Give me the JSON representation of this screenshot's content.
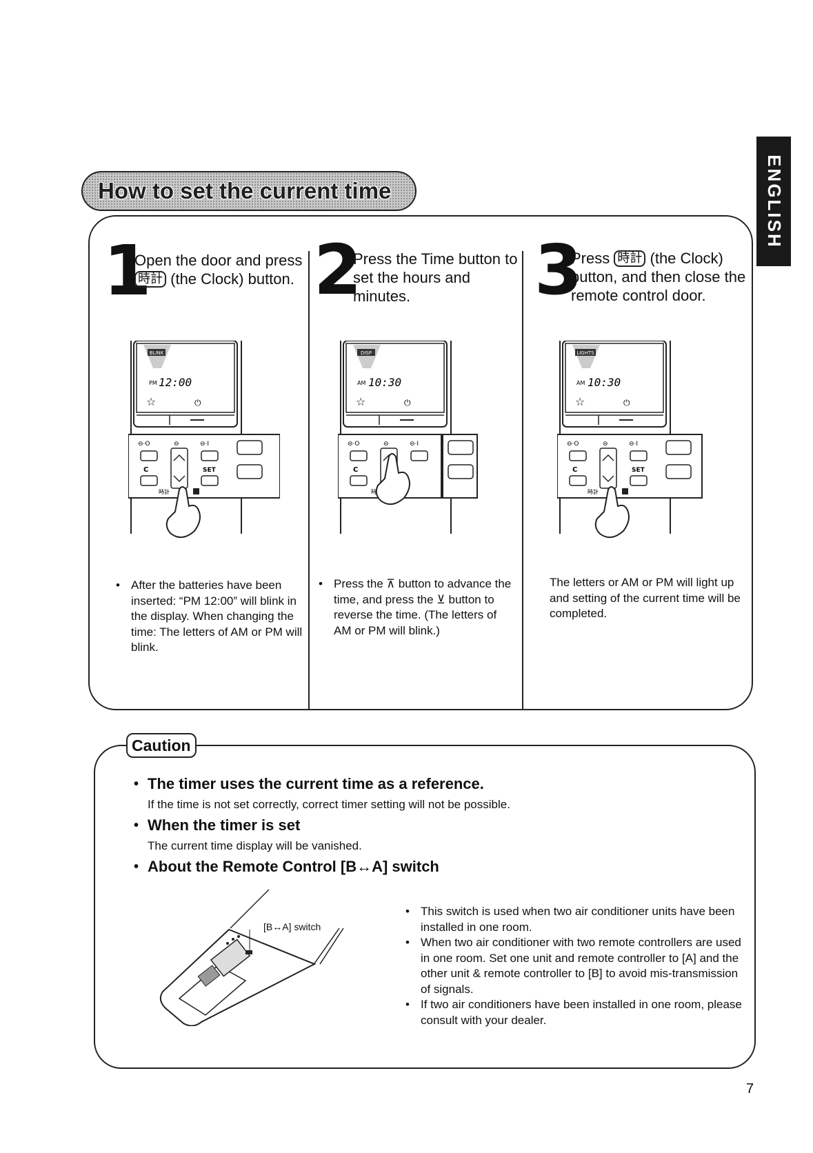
{
  "side_tab": "ENGLISH",
  "title": "How to set the current time",
  "steps": [
    {
      "number": "1",
      "text_before": "Open the door and press",
      "key_label": "時計",
      "text_after": "(the Clock) button.",
      "display": {
        "indicator": "BLINK",
        "ampm": "PM",
        "time": "12:00"
      },
      "note": "After the batteries have been inserted: “PM 12:00” will blink in the display. When changing the time: The letters of AM or PM will blink."
    },
    {
      "number": "2",
      "text": "Press the Time button to set the hours and minutes.",
      "display": {
        "indicator": "DISP",
        "ampm": "AM",
        "time": "10:30"
      },
      "note_before": "Press the",
      "note_middle": "button to advance the time, and press the",
      "note_after": "button to reverse the time. (The letters of AM or PM will blink.)"
    },
    {
      "number": "3",
      "text_before": "Press",
      "key_label": "時計",
      "text_after": "(the Clock) button, and then close the remote control door.",
      "display": {
        "indicator": "LIGHTS",
        "ampm": "AM",
        "time": "10:30"
      },
      "note": "The letters or AM or PM will light up and setting of the current time will be completed."
    }
  ],
  "remote": {
    "clock_key": "時計",
    "c_key": "C",
    "set_key": "SET"
  },
  "caution": {
    "label": "Caution",
    "items": [
      {
        "heading": "The timer uses the current time as a reference.",
        "body": "If the time is not set correctly, correct timer setting will not be possible."
      },
      {
        "heading": "When the timer is set",
        "body": "The current time display will be vanished."
      },
      {
        "heading": "About the Remote Control [B↔A] switch",
        "body": ""
      }
    ],
    "switch_label": "[B↔A] switch",
    "switch_notes": [
      "This switch is used when two air conditioner units have been installed in one room.",
      "When two air conditioner with two remote controllers are used in one room. Set one unit and remote controller to [A] and the other unit & remote controller to [B] to avoid mis-transmission of signals.",
      "If two air conditioners have been installed in one room, please consult with your dealer."
    ]
  },
  "page_number": "7"
}
